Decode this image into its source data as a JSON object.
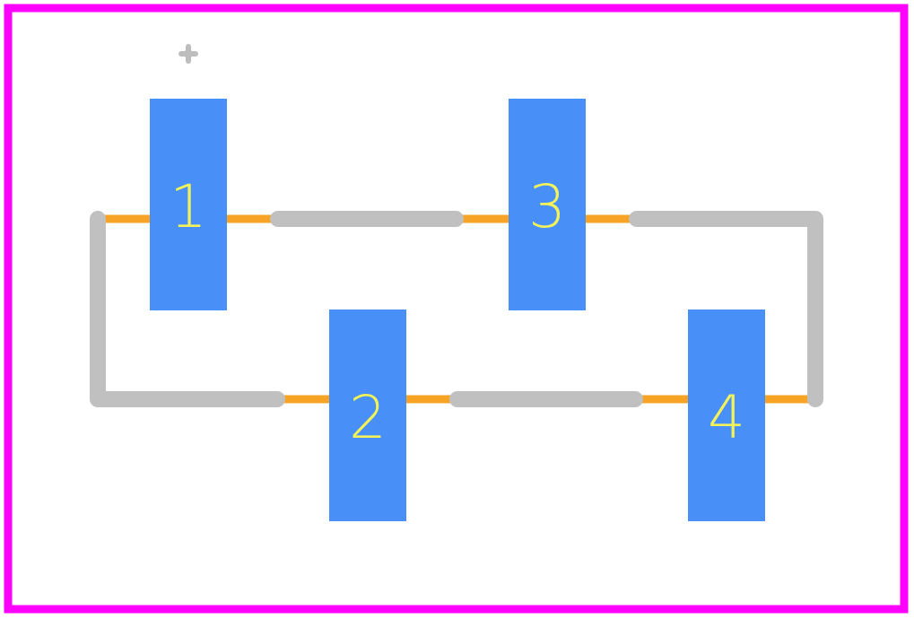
{
  "colors": {
    "background": "#ffffff",
    "courtyard": "#ff00ff",
    "silkscreen": "#c0c0c0",
    "fab_outline": "#f7a325",
    "pad": "#488ff8",
    "pad_label": "#f2f25a",
    "origin_marker": "#bdbdbd"
  },
  "pads": [
    {
      "label": "1"
    },
    {
      "label": "2"
    },
    {
      "label": "3"
    },
    {
      "label": "4"
    }
  ],
  "icons": {
    "origin_marker": "crosshair-icon"
  }
}
